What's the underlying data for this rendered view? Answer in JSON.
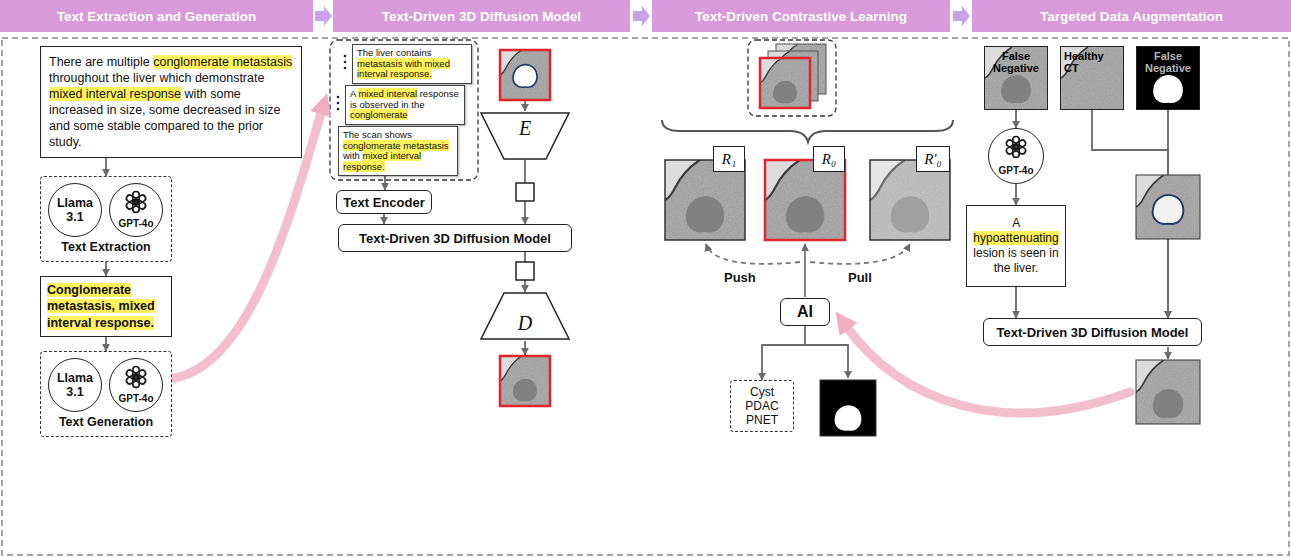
{
  "diagram": {
    "nodes": [
      {
        "text": [
          "Text Extraction and Generation"
        ]
      },
      {
        "text": [
          "Text-Driven 3D Diffusion Model"
        ]
      },
      {
        "text": [
          "Text-Driven Contrastive Learning"
        ]
      },
      {
        "text": [
          "Targeted Data Augmentation"
        ]
      },
      {
        "text": [
          "There are multiple conglomerate metastasis throughout the liver which demonstrate mixed interval response with some increased in size, some decreased in size and some stable compared to the prior study."
        ]
      },
      {
        "text": [
          "Text Extraction"
        ]
      },
      {
        "text": [
          "Llama 3.1"
        ],
        "in": 5
      },
      {
        "text": [
          "GPT-4o"
        ],
        "in": 5
      },
      {
        "text": [
          "Conglomerate metastasis, mixed interval response."
        ]
      },
      {
        "text": [
          "Text Generation"
        ]
      },
      {
        "text": [
          "Llama 3.1"
        ],
        "in": 9
      },
      {
        "text": [
          "GPT-4o"
        ],
        "in": 9
      },
      {
        "text": [
          "The liver contains metastasis with mixed interval response."
        ]
      },
      {
        "text": [
          "A mixed interval response is observed in the conglomerate"
        ]
      },
      {
        "text": [
          "The scan shows conglomerate metastasis with mixed interval response."
        ]
      },
      {
        "text": [
          "Text Encoder"
        ]
      },
      {
        "text": [
          "E"
        ]
      },
      {
        "text": [
          "Text-Driven 3D Diffusion Model"
        ]
      },
      {
        "text": [
          "D"
        ]
      },
      {
        "text": [
          "R₁"
        ]
      },
      {
        "text": [
          "R₀"
        ]
      },
      {
        "text": [
          "R′₀"
        ]
      },
      {
        "text": [
          "AI"
        ]
      },
      {
        "text": [
          "Cyst PDAC PNET"
        ]
      },
      {
        "text": [
          "False Negative"
        ]
      },
      {
        "text": [
          "Healthy CT"
        ]
      },
      {
        "text": [
          "False Negative"
        ]
      },
      {
        "text": [
          "GPT-4o"
        ]
      },
      {
        "text": [
          "A hypoattenuating lesion is seen in the liver."
        ]
      },
      {
        "text": [
          "Text-Driven 3D Diffusion Model"
        ]
      }
    ],
    "edges": [
      {
        "from": 4,
        "to": 5,
        "arrow": "to"
      },
      {
        "from": 5,
        "to": 8,
        "arrow": "to"
      },
      {
        "from": 8,
        "to": 9,
        "arrow": "to"
      },
      {
        "from": 14,
        "to": 15,
        "arrow": "to"
      },
      {
        "from": 15,
        "to": 17,
        "arrow": "to"
      },
      {
        "from": 16,
        "to": 17,
        "arrow": "to"
      },
      {
        "from": 17,
        "to": 18,
        "arrow": "to"
      },
      {
        "from": 22,
        "to": 23,
        "arrow": "to"
      },
      {
        "from": 24,
        "to": 27,
        "arrow": "to"
      },
      {
        "from": 27,
        "to": 28,
        "arrow": "to"
      },
      {
        "from": 25,
        "to": 29,
        "arrow": "to"
      },
      {
        "from": 26,
        "to": 29,
        "arrow": "to"
      },
      {
        "from": 28,
        "to": 29,
        "arrow": "to"
      }
    ],
    "labels": [
      "Push",
      "Pull"
    ]
  }
}
